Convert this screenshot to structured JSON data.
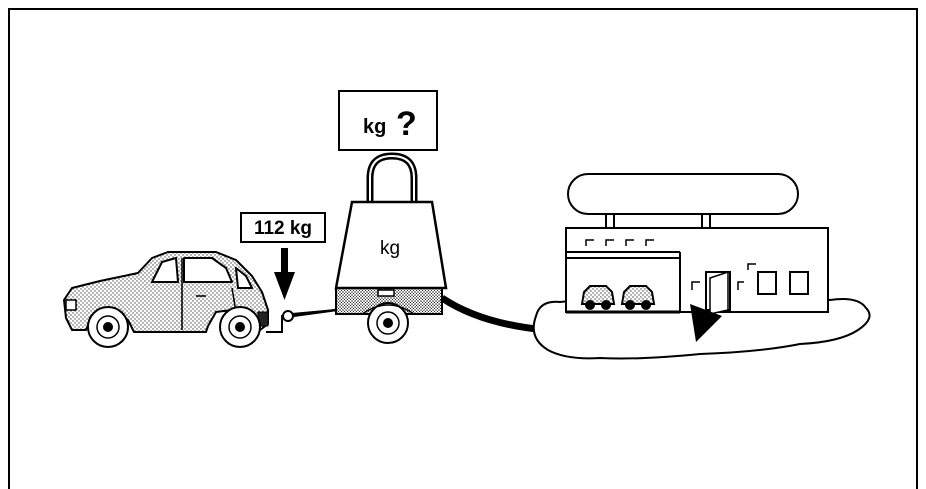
{
  "labels": {
    "hitch_load": "112 kg",
    "weight_unit": "kg",
    "question_unit": "kg",
    "question_mark": "?"
  }
}
